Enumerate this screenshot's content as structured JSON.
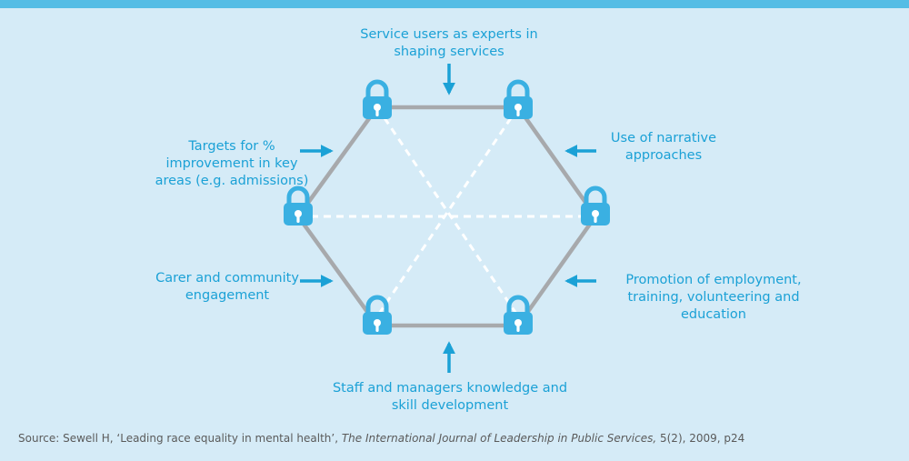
{
  "diagram": {
    "labels": {
      "top": [
        "Service users as experts in",
        "shaping services"
      ],
      "top_left": [
        "Targets for %",
        "improvement in key",
        "areas (e.g. admissions)"
      ],
      "top_right": [
        "Use of narrative",
        "approaches"
      ],
      "bottom_left": [
        "Carer and community",
        "engagement"
      ],
      "bottom_right": [
        "Promotion of employment,",
        "training, volunteering and",
        "education"
      ],
      "bottom": [
        "Staff and managers knowledge and",
        "skill development"
      ]
    },
    "nodes": [
      "padlock",
      "padlock",
      "padlock",
      "padlock",
      "padlock",
      "padlock"
    ],
    "colors": {
      "accent": "#1ba1d6",
      "padlock": "#3ab0e2",
      "edge": "#a7a9ac",
      "spoke": "#ffffff",
      "background": "#d5ebf7",
      "top_bar": "#55bde5"
    }
  },
  "source": {
    "prefix": "Source: Sewell H, ‘Leading race equality in mental health’, ",
    "journal": "The International Journal of Leadership in Public Services,",
    "suffix": " 5(2), 2009, p24"
  }
}
